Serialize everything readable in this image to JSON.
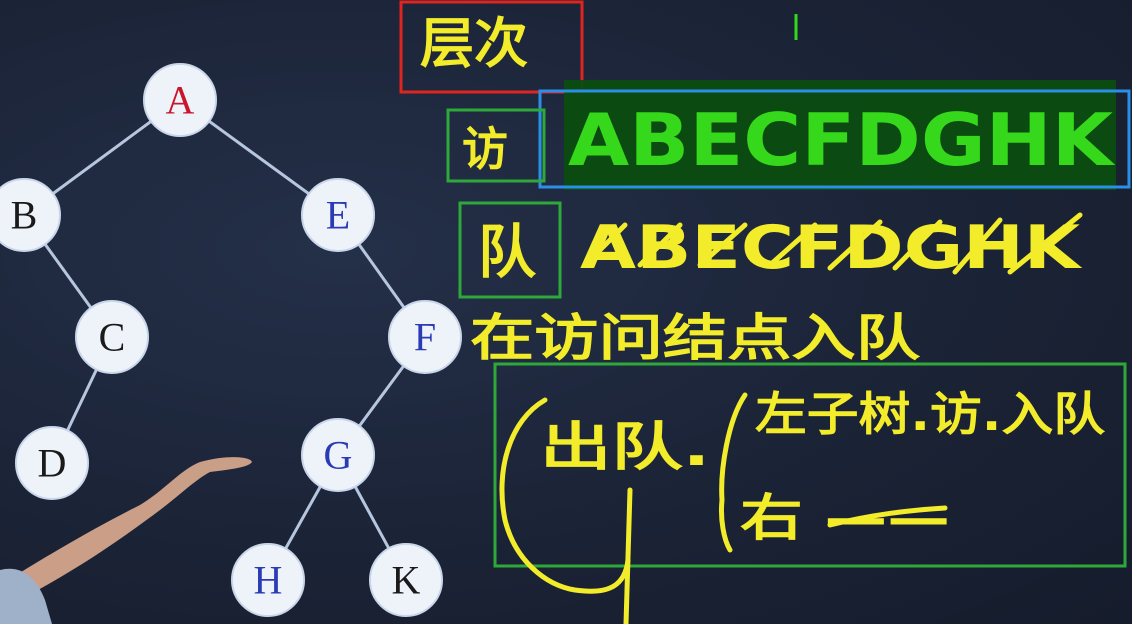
{
  "tree": {
    "nodes": [
      {
        "id": "A",
        "label": "A",
        "color": "#c8162c"
      },
      {
        "id": "B",
        "label": "B",
        "color": "#1a1a1a"
      },
      {
        "id": "E",
        "label": "E",
        "color": "#2a3bb5"
      },
      {
        "id": "C",
        "label": "C",
        "color": "#1a1a1a"
      },
      {
        "id": "F",
        "label": "F",
        "color": "#2a3bb5"
      },
      {
        "id": "D",
        "label": "D",
        "color": "#1a1a1a"
      },
      {
        "id": "G",
        "label": "G",
        "color": "#2a3bb5"
      },
      {
        "id": "H",
        "label": "H",
        "color": "#2a3bb5"
      },
      {
        "id": "K",
        "label": "K",
        "color": "#1a1a1a"
      }
    ],
    "edges": [
      [
        "A",
        "B"
      ],
      [
        "A",
        "E"
      ],
      [
        "B",
        "C"
      ],
      [
        "C",
        "D"
      ],
      [
        "E",
        "F"
      ],
      [
        "F",
        "G"
      ],
      [
        "G",
        "H"
      ],
      [
        "G",
        "K"
      ]
    ]
  },
  "notes": {
    "title": "层次",
    "visit_label": "访",
    "visit_sequence": "ABECFDGHK",
    "queue_label": "队",
    "queue_sequence": "ABECFDGHK",
    "rule_line": "在访问结点入队",
    "dequeue_label": "出队.",
    "left_rule": "左子树.访.入队",
    "right_rule": "右 ——"
  },
  "colors": {
    "handwriting": "#f2ec2a",
    "highlight_green": "#35d81a",
    "highlight_bg": "#0b4d10",
    "box_red": "#e0241f",
    "box_blue": "#2b8fe8",
    "box_green": "#2fa83a",
    "node_fill": "#eef3fa",
    "edge": "#b7c6df"
  }
}
